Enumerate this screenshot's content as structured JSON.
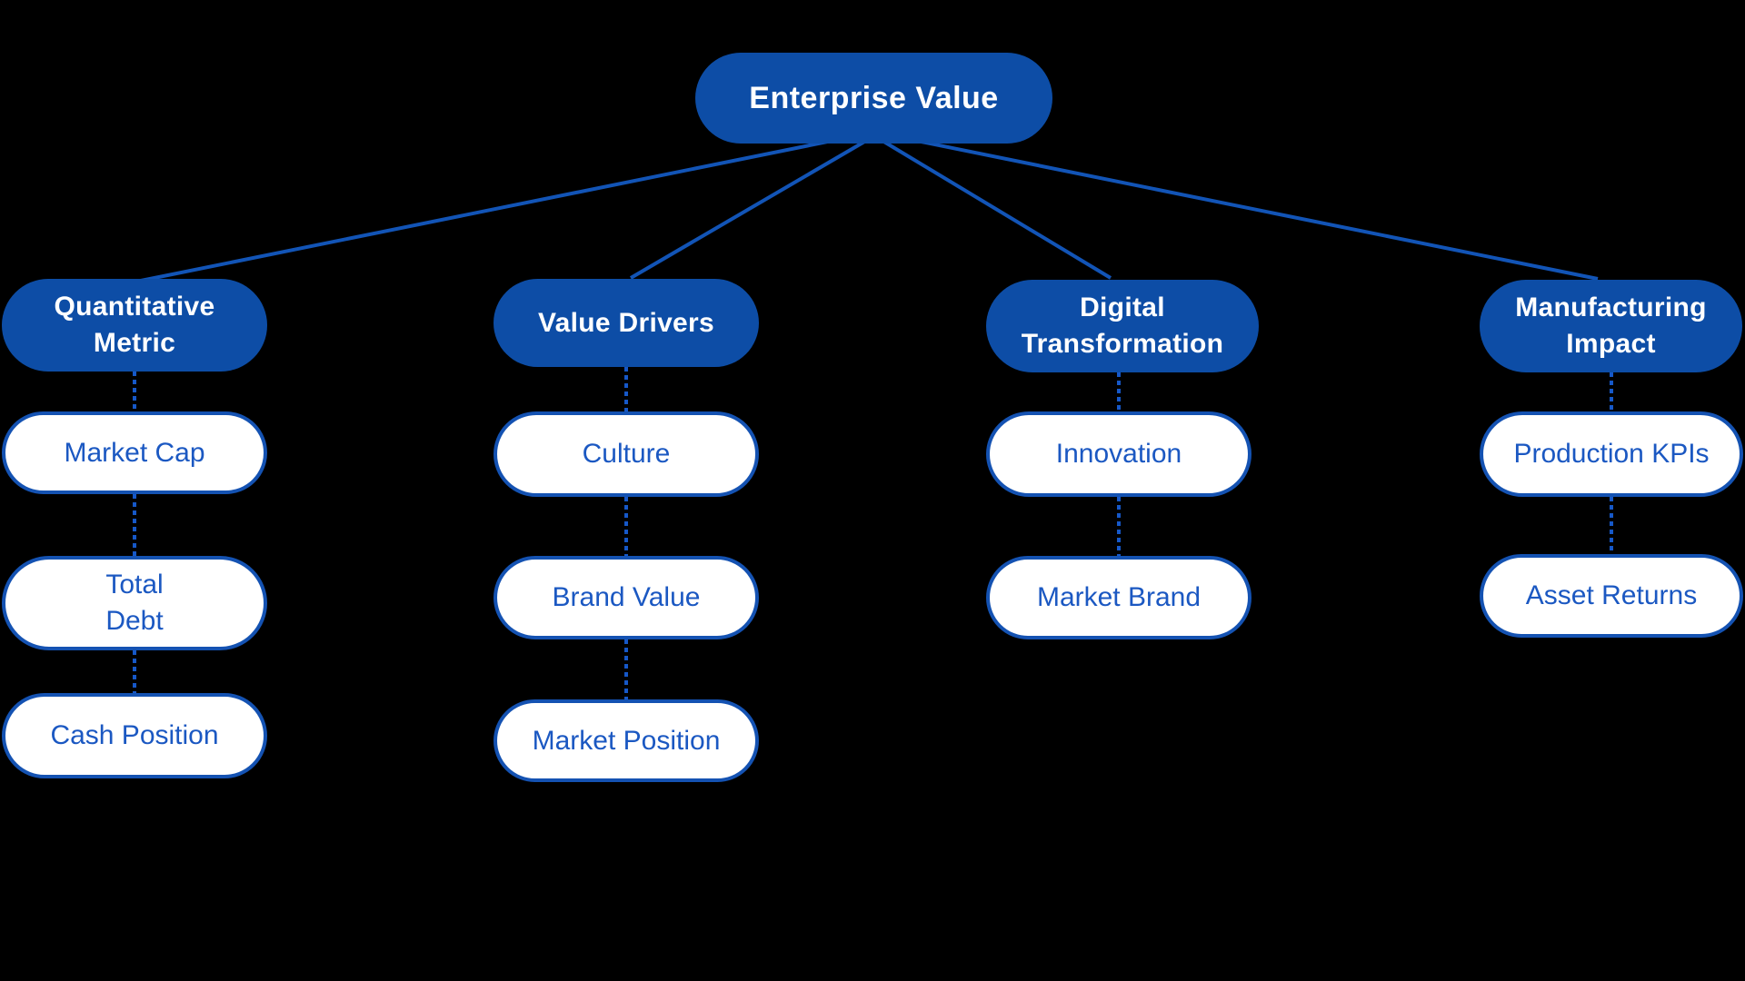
{
  "diagram": {
    "root": {
      "label": "Enterprise Value"
    },
    "branches": [
      {
        "label": "Quantitative\nMetric",
        "children": [
          "Market Cap",
          "Total\nDebt",
          "Cash Position"
        ]
      },
      {
        "label": "Value Drivers",
        "children": [
          "Culture",
          "Brand Value",
          "Market Position"
        ]
      },
      {
        "label": "Digital\nTransformation",
        "children": [
          "Innovation",
          "Market Brand"
        ]
      },
      {
        "label": "Manufacturing\nImpact",
        "children": [
          "Production KPIs",
          "Asset Returns"
        ]
      }
    ]
  },
  "colors": {
    "background": "#000000",
    "node_fill": "#0D4DA6",
    "node_stroke": "#1452B2",
    "text_on_fill": "#FFFFFF",
    "text_blue": "#1B58C2",
    "line": "#1254B6",
    "dot": "#1658C8"
  }
}
